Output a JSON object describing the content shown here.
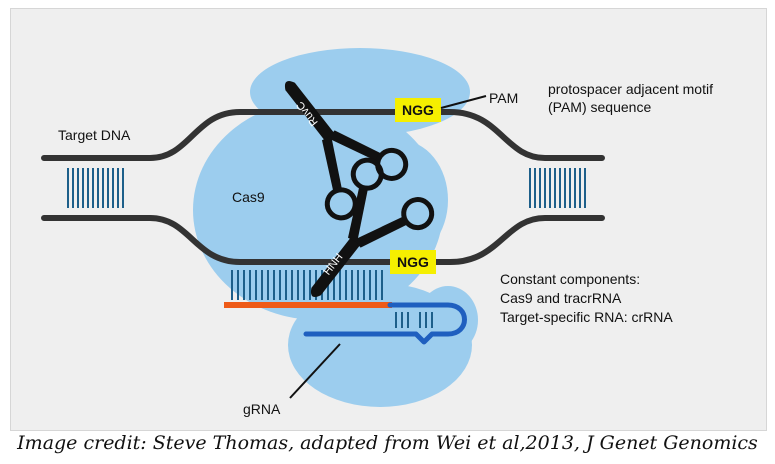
{
  "labels": {
    "target_dna": "Target DNA",
    "cas9": "Cas9",
    "pam": "PAM",
    "pam_desc_line1": "protospacer adjacent motif",
    "pam_desc_line2": "(PAM) sequence",
    "ngg_top": "NGG",
    "ngg_bottom": "NGG",
    "ruvc": "RuvC",
    "hnh": "HNH",
    "constant_line1": "Constant components:",
    "constant_line2": "Cas9 and tracrRNA",
    "constant_line3": "Target-specific RNA: crRNA",
    "grna": "gRNA"
  },
  "credit": "Image credit: Steve Thomas, adapted from Wei et al,2013, J Genet Genomics",
  "colors": {
    "background": "#efefef",
    "cas9_blob": "#9ccdee",
    "dna_strand": "#333333",
    "base_ticks": "#1d5f8a",
    "ngg_box": "#f5ef00",
    "crrna": "#ee5a17",
    "tracrrna": "#1f5fbf",
    "scissors": "#111111"
  }
}
